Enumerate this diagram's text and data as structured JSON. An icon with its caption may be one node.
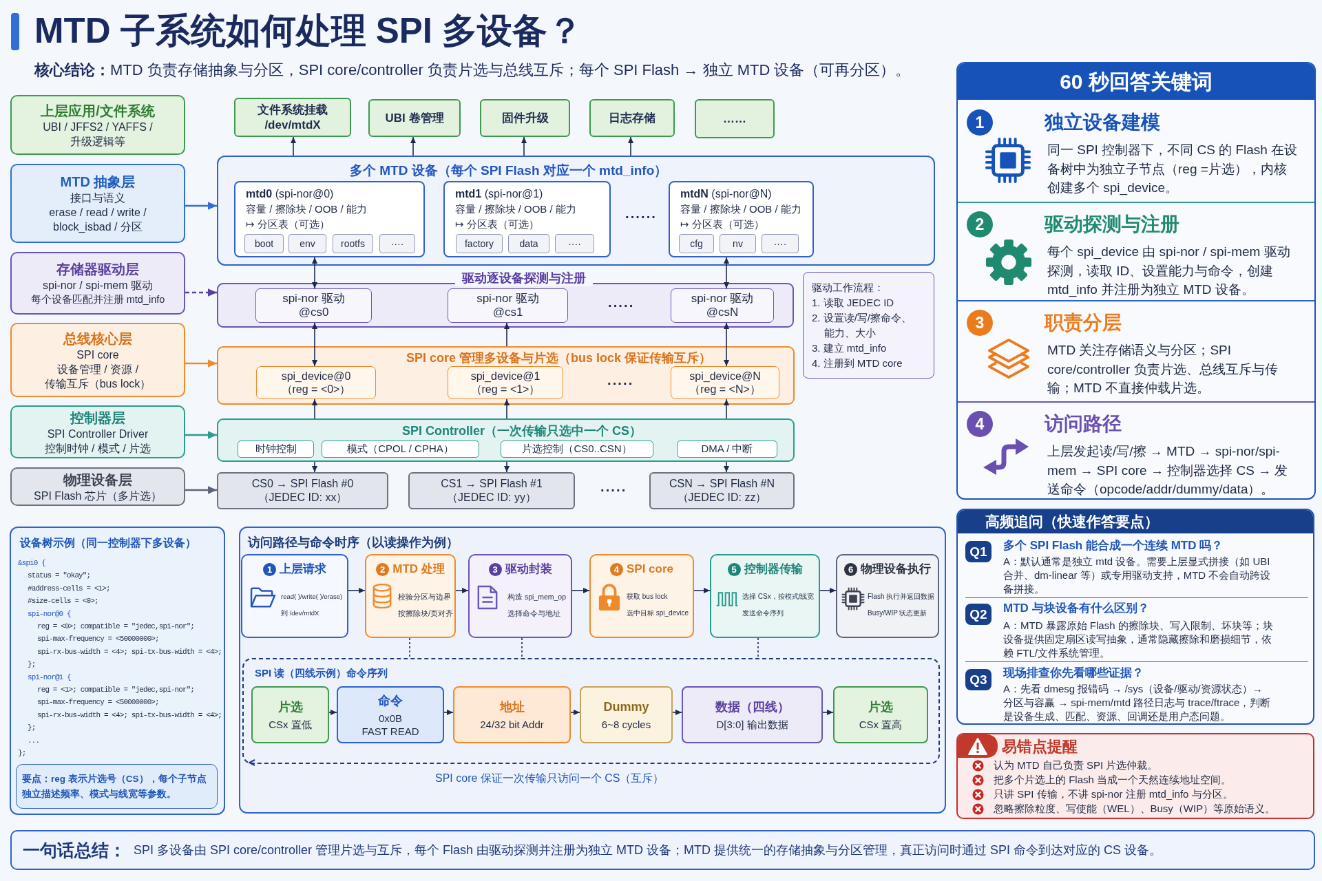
{
  "diagram": {
    "title": "MTD 子系统如何处理 SPI 多设备？",
    "nodes": [
      {
        "text": [
          "上层应用/文件系统",
          "UBI / JFFS2 / YAFFS / 升级逻辑等"
        ]
      },
      {
        "text": [
          "MTD 抽象层",
          "接口与语义",
          "erase / read / write / block_isbad / 分区"
        ]
      },
      {
        "text": [
          "存储器驱动层",
          "spi-nor / spi-mem 驱动",
          "每个设备匹配并注册 mtd_info"
        ]
      },
      {
        "text": [
          "总线核心层",
          "SPI core",
          "设备管理 / 资源 / 传输互斥（bus lock）"
        ]
      },
      {
        "text": [
          "控制器层",
          "SPI Controller Driver",
          "控制时钟 / 模式 / 片选"
        ]
      },
      {
        "text": [
          "物理设备层",
          "SPI Flash 芯片（多片选）"
        ]
      },
      {
        "text": [
          "文件系统挂载 /dev/mtdX"
        ]
      },
      {
        "text": [
          "UBI 卷管理"
        ]
      },
      {
        "text": [
          "固件升级"
        ]
      },
      {
        "text": [
          "日志存储"
        ]
      },
      {
        "text": [
          "……"
        ]
      },
      {
        "text": [
          "多个 MTD 设备（每个 SPI Flash 对应一个 mtd_info）"
        ]
      },
      {
        "text": [
          "**mtd0** (spi-nor@0)",
          "容量 / 擦除块 / OOB / 能力",
          "↦ 分区表（可选）"
        ],
        "in": 11
      },
      {
        "text": [
          "boot"
        ],
        "in": 12
      },
      {
        "text": [
          "env"
        ],
        "in": 12
      },
      {
        "text": [
          "rootfs"
        ],
        "in": 12
      },
      {
        "text": [
          "····"
        ],
        "in": 12
      },
      {
        "text": [
          "**mtd1** (spi-nor@1)",
          "容量 / 擦除块 / OOB / 能力",
          "↦ 分区表（可选）"
        ],
        "in": 11
      },
      {
        "text": [
          "factory"
        ],
        "in": 17
      },
      {
        "text": [
          "data"
        ],
        "in": 17
      },
      {
        "text": [
          "····"
        ],
        "in": 17
      },
      {
        "text": [
          "**mtdN** (spi-nor@N)",
          "容量 / 擦除块 / OOB / 能力",
          "↦ 分区表（可选）"
        ],
        "in": 11
      },
      {
        "text": [
          "cfg"
        ],
        "in": 21
      },
      {
        "text": [
          "nv"
        ],
        "in": 21
      },
      {
        "text": [
          "····"
        ],
        "in": 21
      },
      {
        "text": [
          "驱动逐设备探测与注册"
        ]
      },
      {
        "text": [
          "spi-nor 驱动 @cs0"
        ],
        "in": 25
      },
      {
        "text": [
          "spi-nor 驱动 @cs1"
        ],
        "in": 25
      },
      {
        "text": [
          "spi-nor 驱动 @csN"
        ],
        "in": 25
      },
      {
        "text": [
          "驱动工作流程：",
          "1. 读取 JEDEC ID",
          "2. 设置读/写/擦命令、能力、大小",
          "3. 建立 mtd_info",
          "4. 注册到 MTD core"
        ]
      },
      {
        "text": [
          "SPI core 管理多设备与片选（bus lock 保证传输互斥）"
        ]
      },
      {
        "text": [
          "spi_device@0 （reg = <0>）"
        ],
        "in": 30
      },
      {
        "text": [
          "spi_device@1 （reg = <1>）"
        ],
        "in": 30
      },
      {
        "text": [
          "spi_device@N （reg = <N>）"
        ],
        "in": 30
      },
      {
        "text": [
          "SPI Controller（一次传输只选中一个 CS）"
        ]
      },
      {
        "text": [
          "时钟控制"
        ],
        "in": 34
      },
      {
        "text": [
          "模式（CPOL / CPHA）"
        ],
        "in": 34
      },
      {
        "text": [
          "片选控制（CS0..CSN）"
        ],
        "in": 34
      },
      {
        "text": [
          "DMA / 中断"
        ],
        "in": 34
      },
      {
        "text": [
          "CS0 → SPI Flash #0 （JEDEC ID: xx）"
        ]
      },
      {
        "text": [
          "CS1 → SPI Flash #1 （JEDEC ID: yy）"
        ]
      },
      {
        "text": [
          "CSN → SPI Flash #N （JEDEC ID: zz）"
        ]
      },
      {
        "text": [
          "60 秒回答关键词"
        ]
      },
      {
        "text": [
          "1",
          "独立设备建模",
          "同一 SPI 控制器下，不同 CS 的 Flash 在设备树中为独立子节点（reg =片选），内核创建多个 spi_device。"
        ],
        "in": 42
      },
      {
        "text": [
          "2",
          "驱动探测与注册",
          "每个 spi_device 由 spi-nor / spi-mem 驱动探测，读取 ID、设置能力与命令，创建 mtd_info 并注册为独立 MTD 设备。"
        ],
        "in": 42
      },
      {
        "text": [
          "3",
          "职责分层",
          "MTD 关注存储语义与分区；SPI core/controller 负责片选、总线互斥与传输；MTD 不直接仲载片选。"
        ],
        "in": 42
      },
      {
        "text": [
          "4",
          "访问路径",
          "上层发起读/写/擦 → MTD → spi-nor/spi-mem → SPI core → 控制器选择 CS → 发送命令（opcode/addr/dummy/data）。"
        ],
        "in": 42
      },
      {
        "text": [
          "设备树示例（同一控制器下多设备）",
          "&spi0 {",
          "status = \"okay\";",
          "#address-cells = <1>;",
          "#size-cells = <0>;",
          "spi-nor@0 {",
          "reg = <0>; compatible = \"jedec,spi-nor\";",
          "spi-max-frequency = <50000000>;",
          "spi-rx-bus-width = <4>; spi-tx-bus-width = <4>;",
          "};",
          "spi-nor@1 {",
          "reg = <1>; compatible = \"jedec,spi-nor\";",
          "spi-max-frequency = <50000000>;",
          "spi-rx-bus-width = <4>; spi-tx-bus-width = <4>;",
          "};",
          "...",
          "};"
        ]
      },
      {
        "text": [
          "要点：reg 表示片选号（CS），每个子节点独立描述频率、模式与线宽等参数。"
        ],
        "in": 47
      },
      {
        "text": [
          "访问路径与命令时序（以读操作为例）"
        ]
      },
      {
        "text": [
          "1",
          "上层请求",
          "read( )/write( )/erase)",
          "到 /dev/mtdX"
        ],
        "in": 49
      },
      {
        "text": [
          "2",
          "MTD 处理",
          "校验分区与边界",
          "按擦除块/页对齐"
        ],
        "in": 49
      },
      {
        "text": [
          "3",
          "驱动封装",
          "构造 spi_mem_op",
          "选择命令与地址"
        ],
        "in": 49
      },
      {
        "text": [
          "4",
          "SPI core",
          "获取 bus lock",
          "选中目标 spi_device"
        ],
        "in": 49
      },
      {
        "text": [
          "5",
          "控制器传输",
          "选择 CSx，按模式/线宽",
          "发送命令序列"
        ],
        "in": 49
      },
      {
        "text": [
          "6",
          "物理设备执行",
          "Flash 执行并返回数据",
          "Busy/WIP 状态更新"
        ],
        "in": 49
      },
      {
        "text": [
          "SPI 读（四线示例）命令序列"
        ],
        "beside": [
          "SPI core 保证一次传输只访问一个 CS（互斥）"
        ],
        "in": 49
      },
      {
        "text": [
          "片选",
          "CSx 置低"
        ],
        "in": 56
      },
      {
        "text": [
          "命令",
          "0x0B",
          "FAST READ"
        ],
        "in": 56
      },
      {
        "text": [
          "地址",
          "24/32 bit Addr"
        ],
        "in": 56
      },
      {
        "text": [
          "Dummy",
          "6~8 cycles"
        ],
        "in": 56
      },
      {
        "text": [
          "数据（四线）",
          "D[3:0] 输出数据"
        ],
        "in": 56
      },
      {
        "text": [
          "片选",
          "CSx 置高"
        ],
        "in": 56
      },
      {
        "text": [
          "高频追问（快速作答要点）"
        ]
      },
      {
        "text": [
          "Q1",
          "多个 SPI Flash 能合成一个连续 MTD 吗？",
          "A：默认通常是独立 mtd 设备。需要上层显式拼接（如 UBI 合并、dm-linear 等）或专用驱动支持，MTD 不会自动跨设备拼接。"
        ],
        "in": 63
      },
      {
        "text": [
          "Q2",
          "MTD 与块设备有什么区别？",
          "A：MTD 暴露原始 Flash 的擦除块、写入限制、坏块等；块设备提供固定扇区读写抽象，通常隐藏擦除和磨损细节，依赖 FTL/文件系统管理。"
        ],
        "in": 63
      },
      {
        "text": [
          "Q3",
          "现场排查你先看哪些证据？",
          "A：先看 dmesg 报错码 → /sys（设备/驱动/资源状态）→ 分区与容赢 → spi-mem/mtd 路径日志与 trace/ftrace，判断是设备生成、匹配、资源、回调还是用户态问题。"
        ],
        "in": 63
      },
      {
        "text": [
          "易错点提醒",
          "认为 MTD 自己负责 SPI 片选仲裁。",
          "把多个片选上的 Flash 当成一个天然连续地址空间。",
          "只讲 SPI 传输，不讲 spi-nor 注册 mtd_info 与分区。",
          "忽略擦除粒度、写使能（WEL）、Busy（WIP）等原始语义。"
        ]
      },
      {
        "text": [
          "一句话总结：",
          "SPI 多设备由 SPI core/controller 管理片选与互斥，每个 Flash 由驱动探测并注册为独立 MTD 设备；MTD 提供统一的存储抽象与分区管理，真正访问时通过 SPI 命令到达对应的 CS 设备。"
        ]
      }
    ],
    "edges": [
      {
        "from": 1,
        "to": 11,
        "arrow": "to",
        "color": "#2f6fd6"
      },
      {
        "from": 2,
        "to": 25,
        "arrow": "to",
        "style": "dashed",
        "color": "#5b3fa0"
      },
      {
        "from": 3,
        "to": 30,
        "arrow": "to",
        "color": "#ef8a2c"
      },
      {
        "from": 4,
        "to": 34,
        "arrow": "to",
        "color": "#2a9d8f"
      },
      {
        "from": 5,
        "to": 39,
        "arrow": "to",
        "color": "#5b6478"
      },
      {
        "from": 11,
        "to": 6,
        "arrow": "to"
      },
      {
        "from": 11,
        "to": 7,
        "arrow": "to"
      },
      {
        "from": 11,
        "to": 8,
        "arrow": "to"
      },
      {
        "from": 11,
        "to": 9,
        "arrow": "to"
      },
      {
        "from": 12,
        "to": 26,
        "arrow": "both"
      },
      {
        "from": 21,
        "to": 28,
        "arrow": "both"
      },
      {
        "from": 26,
        "to": 31,
        "arrow": "both"
      },
      {
        "from": 30,
        "to": 27,
        "arrow": "to"
      },
      {
        "from": 28,
        "to": 33,
        "arrow": "both"
      },
      {
        "from": 34,
        "to": 31,
        "arrow": "to"
      },
      {
        "from": 34,
        "to": 32,
        "arrow": "to"
      },
      {
        "from": 34,
        "to": 33,
        "arrow": "to"
      },
      {
        "from": 34,
        "to": 39,
        "arrow": "to"
      },
      {
        "from": 34,
        "to": 40,
        "arrow": "to"
      },
      {
        "from": 34,
        "to": 41,
        "arrow": "to"
      },
      {
        "from": 50,
        "to": 51,
        "arrow": "to"
      },
      {
        "from": 51,
        "to": 52,
        "arrow": "to"
      },
      {
        "from": 52,
        "to": 53,
        "arrow": "to"
      },
      {
        "from": 53,
        "to": 54,
        "arrow": "to"
      },
      {
        "from": 54,
        "to": 55,
        "arrow": "to"
      },
      {
        "from": 51,
        "to": 56,
        "arrow": "none",
        "style": "dashed"
      },
      {
        "from": 52,
        "to": 56,
        "arrow": "none",
        "style": "dashed"
      },
      {
        "from": 54,
        "to": 56,
        "arrow": "none",
        "style": "dashed"
      },
      {
        "from": 57,
        "to": 58,
        "arrow": "to"
      },
      {
        "from": 58,
        "to": 59,
        "arrow": "to"
      },
      {
        "from": 59,
        "to": 60,
        "arrow": "to"
      },
      {
        "from": 60,
        "to": 61,
        "arrow": "to"
      },
      {
        "from": 61,
        "to": 62,
        "arrow": "to"
      }
    ],
    "labels": [
      "**核心结论：**MTD 负责存储抽象与分区，SPI core/controller 负责片选与总线互斥；每个 SPI Flash → 独立 MTD 设备（可再分区）。",
      "······",
      "·····",
      "·····",
      "·····"
    ]
  }
}
